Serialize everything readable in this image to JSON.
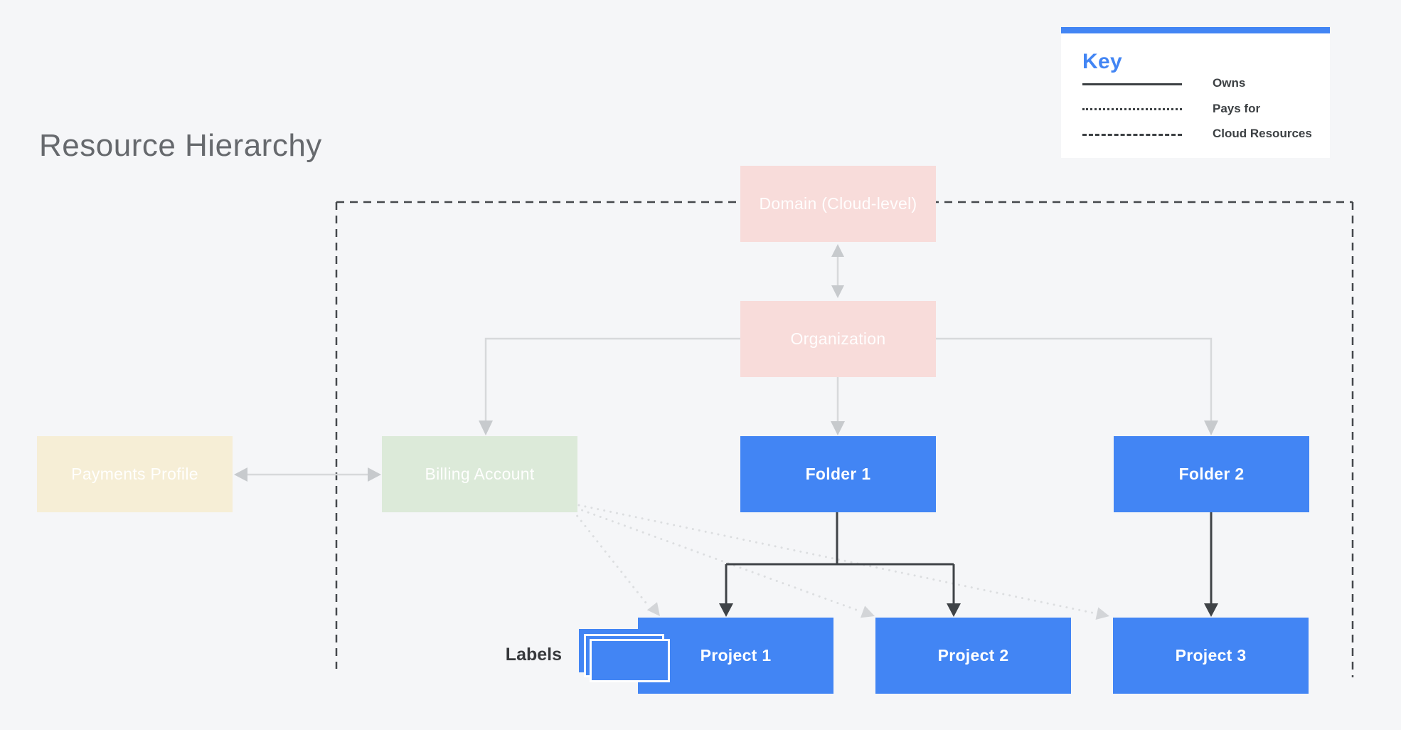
{
  "page": {
    "title": "Resource Hierarchy",
    "labels_caption": "Labels"
  },
  "key": {
    "title": "Key",
    "items": [
      {
        "line_style": "solid",
        "label": "Owns"
      },
      {
        "line_style": "dotted",
        "label": "Pays for"
      },
      {
        "line_style": "dashed",
        "label": "Cloud Resources"
      }
    ]
  },
  "nodes": {
    "domain": {
      "label": "Domain (Cloud-level)",
      "color": "#f8dcda"
    },
    "organization": {
      "label": "Organization",
      "color": "#f8dcda"
    },
    "payments": {
      "label": "Payments Profile",
      "color": "#f6eed6"
    },
    "billing": {
      "label": "Billing Account",
      "color": "#dcead9"
    },
    "folder1": {
      "label": "Folder 1",
      "color": "#4285f4"
    },
    "folder2": {
      "label": "Folder 2",
      "color": "#4285f4"
    },
    "project1": {
      "label": "Project 1",
      "color": "#4285f4"
    },
    "project2": {
      "label": "Project 2",
      "color": "#4285f4"
    },
    "project3": {
      "label": "Project 3",
      "color": "#4285f4"
    }
  },
  "colors": {
    "background": "#f5f6f8",
    "accent_blue": "#4285f4",
    "owns_line_gray": "#d7d9db",
    "pays_for_dotted": "#dcdee0",
    "cloud_resources_dash": "#45484c",
    "folder_project_line": "#3f4347",
    "key_text": "#3c4043",
    "title_gray": "#66696d"
  }
}
